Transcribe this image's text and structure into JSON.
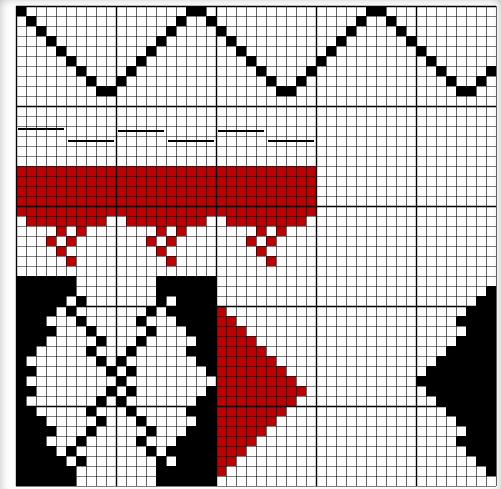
{
  "pattern": {
    "colors": {
      "background": "#ffffff",
      "grid": "#000000",
      "red": "#c00000",
      "black": "#000000"
    },
    "threading_rows": 10,
    "rows": 48,
    "cols": 48,
    "threading": [
      1,
      2,
      3,
      4,
      5,
      6,
      7,
      8,
      9,
      9,
      8,
      7,
      6,
      5,
      4,
      3,
      2,
      1,
      1,
      2,
      3,
      4,
      5,
      6,
      7,
      8,
      9,
      9,
      8,
      7,
      6,
      5,
      4,
      3,
      2,
      1,
      1,
      2,
      3,
      4,
      5,
      6,
      7,
      8,
      9,
      9,
      8,
      7
    ],
    "tieup_marks": [
      1,
      2,
      3,
      4,
      5,
      6,
      5,
      4,
      3,
      2,
      1,
      0
    ]
  }
}
